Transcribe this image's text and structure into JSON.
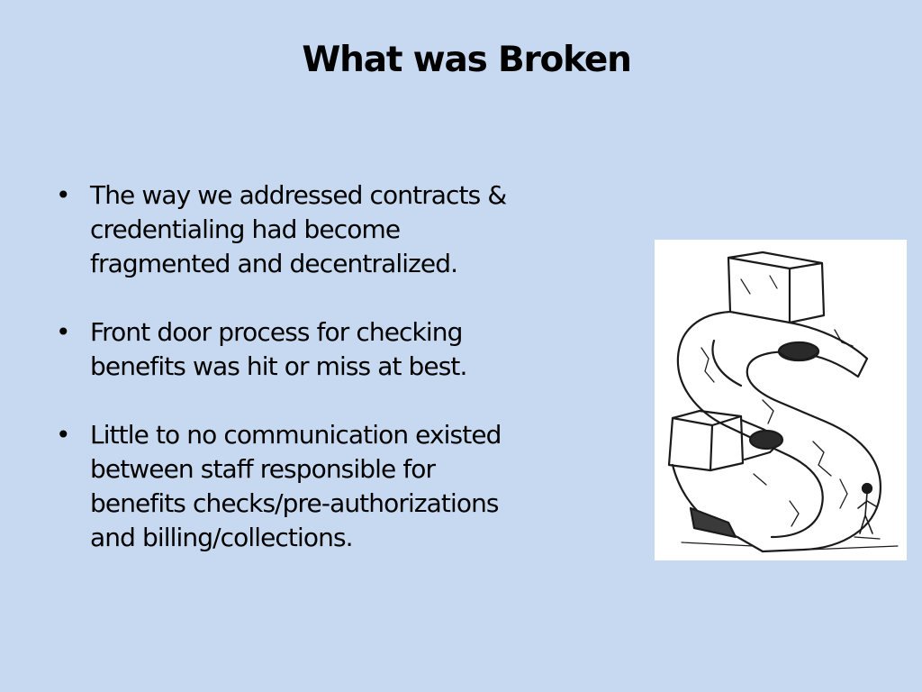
{
  "slide": {
    "title": "What was Broken",
    "bullet_symbol": "•",
    "bullets": [
      {
        "lines": [
          "The way we addressed contracts &",
          "credentialing had become",
          "fragmented and decentralized."
        ]
      },
      {
        "lines": [
          "Front door process for checking",
          "benefits was hit or miss at best."
        ]
      },
      {
        "lines": [
          "Little to no communication existed",
          "between staff responsible for",
          "benefits checks/pre-authorizations",
          "and billing/collections."
        ]
      }
    ],
    "picture": {
      "icon": "broken-dollar-sign-sketch-icon"
    }
  },
  "colors": {
    "background": "#c6d9f0",
    "text": "#000000",
    "picture_background": "#ffffff"
  }
}
